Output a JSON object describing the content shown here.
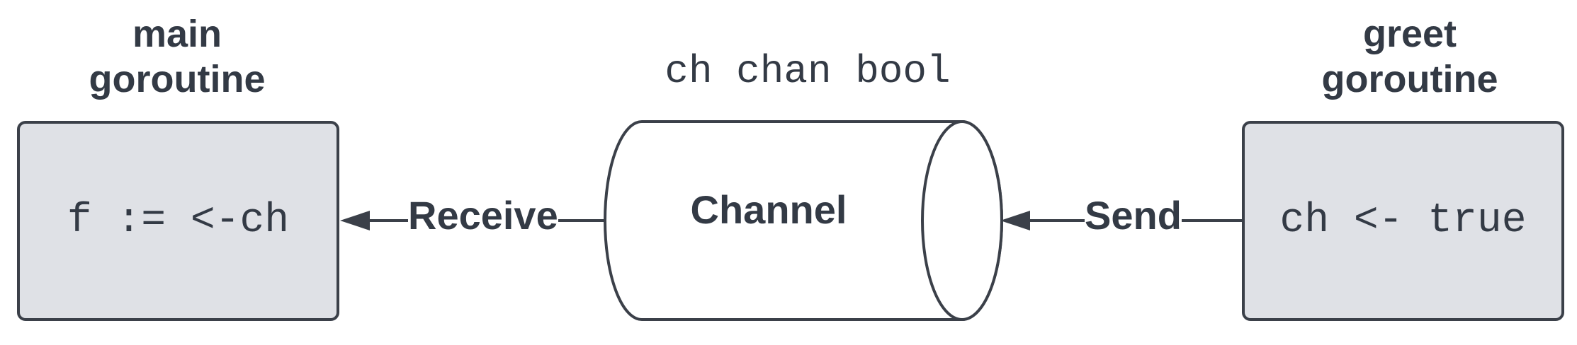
{
  "main_goroutine": {
    "title_line1": "main",
    "title_line2": "goroutine",
    "code": "f := <-ch"
  },
  "greet_goroutine": {
    "title_line1": "greet",
    "title_line2": "goroutine",
    "code": "ch <- true"
  },
  "channel": {
    "type_declaration": "ch chan bool",
    "label": "Channel"
  },
  "edges": {
    "receive_label": "Receive",
    "send_label": "Send"
  },
  "colors": {
    "box_fill": "#dfe1e6",
    "stroke": "#3b4049",
    "text": "#333a45"
  }
}
